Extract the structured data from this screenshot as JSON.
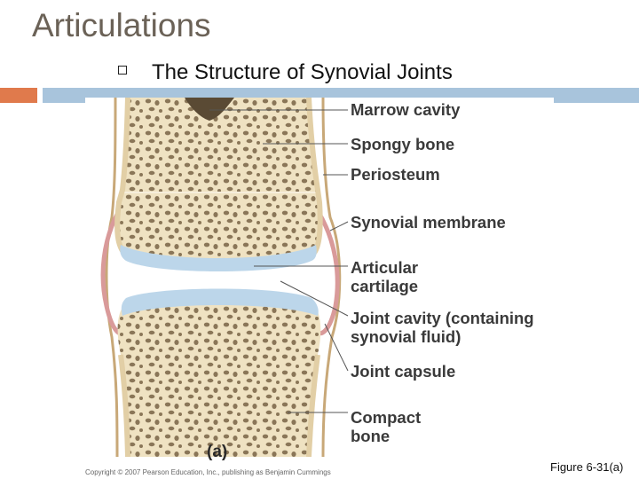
{
  "slide": {
    "title": "Articulations",
    "bullet": "The Structure of Synovial Joints"
  },
  "diagram": {
    "labels": {
      "marrow_cavity": "Marrow cavity",
      "spongy_bone": "Spongy bone",
      "periosteum": "Periosteum",
      "synovial_membrane": "Synovial membrane",
      "articular_cartilage_1": "Articular",
      "articular_cartilage_2": "cartilage",
      "joint_cavity_1": "Joint cavity (containing",
      "joint_cavity_2": "synovial fluid)",
      "joint_capsule": "Joint capsule",
      "compact_bone_1": "Compact",
      "compact_bone_2": "bone"
    },
    "panel_letter": "(a)",
    "copyright": "Copyright © 2007 Pearson Education, Inc., publishing as Benjamin Cummings",
    "figure_number": "Figure 6-31(a)"
  },
  "colors": {
    "title": "#6b6257",
    "accent_orange": "#e07a4c",
    "accent_blue": "#a8c4dc",
    "bone_fill": "#efe2c2",
    "bone_pores": "#8a7658",
    "compact_bone": "#e2cfa6",
    "cartilage": "#bcd6ea",
    "synovial_membrane": "#d99a9a",
    "marrow": "#5a4a34"
  }
}
